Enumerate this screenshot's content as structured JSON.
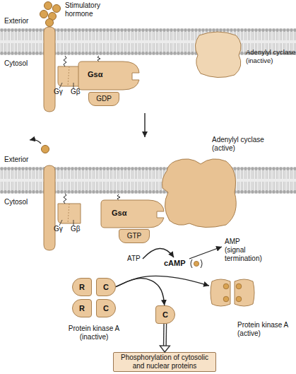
{
  "diagram": {
    "nodes": [
      {
        "text": [
          "Gsα"
        ]
      },
      {
        "text": [
          "GDP"
        ]
      },
      {
        "text": [
          "Adenylyl cyclase (inactive)"
        ]
      },
      {
        "text": [
          "Adenylyl cyclase (active)"
        ]
      },
      {
        "text": [
          "Gsα"
        ]
      },
      {
        "text": [
          "GTP"
        ]
      },
      {
        "text": [
          "Protein kinase A (inactive)"
        ]
      },
      {
        "text": [
          "R"
        ],
        "in": 6
      },
      {
        "text": [
          "C"
        ],
        "in": 6
      },
      {
        "text": [
          "R"
        ],
        "in": 6
      },
      {
        "text": [
          "C"
        ],
        "in": 6
      },
      {
        "text": [
          "Protein kinase A (active)"
        ]
      },
      {
        "text": [
          "C"
        ]
      },
      {
        "text": [
          "Phosphorylation of cytosolic and nuclear proteins"
        ]
      }
    ],
    "edges": [
      {
        "from": 6,
        "to": 11,
        "arrow": "to"
      },
      {
        "from": 6,
        "to": 12,
        "arrow": "to"
      },
      {
        "from": 12,
        "to": 13,
        "arrow": "to"
      }
    ],
    "labels": [
      "Stimulatory hormone",
      "Exterior",
      "Cytosol",
      "Gγ",
      "Gβ",
      "Exterior",
      "Cytosol",
      "Gγ",
      "Gβ",
      "ATP",
      "cAMP",
      "AMP (signal termination)"
    ]
  }
}
